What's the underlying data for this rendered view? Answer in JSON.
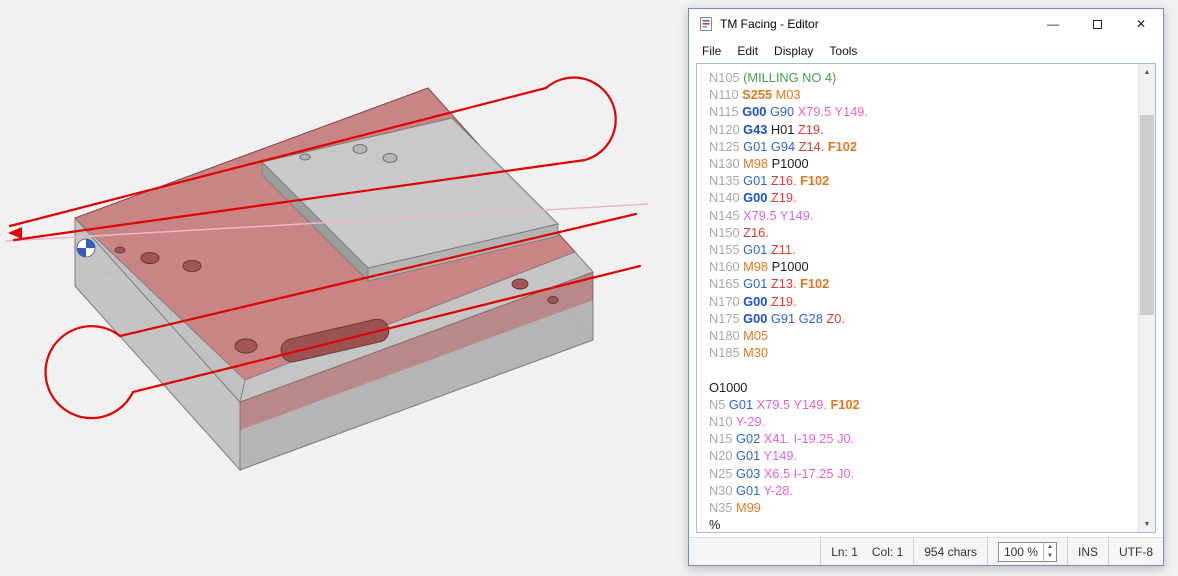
{
  "scene": {
    "toolpath_color": "#de0202",
    "rapid_color": "#eeb6cd",
    "part_color": "#cfcfcf",
    "highlight_color": "#c22a2a",
    "origin_color": "#2f5fc2"
  },
  "window": {
    "title": "TM Facing - Editor",
    "controls": {
      "minimize": "—",
      "close": "✕"
    },
    "menu": [
      "File",
      "Edit",
      "Display",
      "Tools"
    ]
  },
  "editor": {
    "token_colors": {
      "ln": "#a8a8a8",
      "cm": "#46a04b",
      "g": "#2e64d0",
      "gb": "#1b4fd0",
      "m": "#e2761f",
      "mb": "#e2761f",
      "f": "#e2761f",
      "xy": "#e163d0",
      "z": "#e03a2d",
      "tx": "#1b1b1b"
    },
    "lines": [
      [
        [
          "N105 ",
          "ln"
        ],
        [
          "(MILLING NO 4)",
          "cm"
        ]
      ],
      [
        [
          "N110 ",
          "ln"
        ],
        [
          "S255 ",
          "mb"
        ],
        [
          "M03",
          "m"
        ]
      ],
      [
        [
          "N115 ",
          "ln"
        ],
        [
          "G00 ",
          "gb"
        ],
        [
          "G90 ",
          "g"
        ],
        [
          "X79.5 Y149.",
          "xy"
        ]
      ],
      [
        [
          "N120 ",
          "ln"
        ],
        [
          "G43 ",
          "gb"
        ],
        [
          "H01 ",
          "tx"
        ],
        [
          "Z19.",
          "z"
        ]
      ],
      [
        [
          "N125 ",
          "ln"
        ],
        [
          "G01 ",
          "g"
        ],
        [
          "G94 ",
          "g"
        ],
        [
          "Z14. ",
          "z"
        ],
        [
          "F102",
          "f"
        ]
      ],
      [
        [
          "N130 ",
          "ln"
        ],
        [
          "M98 ",
          "m"
        ],
        [
          "P1000",
          "tx"
        ]
      ],
      [
        [
          "N135 ",
          "ln"
        ],
        [
          "G01 ",
          "g"
        ],
        [
          "Z16. ",
          "z"
        ],
        [
          "F102",
          "f"
        ]
      ],
      [
        [
          "N140 ",
          "ln"
        ],
        [
          "G00 ",
          "gb"
        ],
        [
          "Z19.",
          "z"
        ]
      ],
      [
        [
          "N145 ",
          "ln"
        ],
        [
          "X79.5 Y149.",
          "xy"
        ]
      ],
      [
        [
          "N150 ",
          "ln"
        ],
        [
          "Z16.",
          "z"
        ]
      ],
      [
        [
          "N155 ",
          "ln"
        ],
        [
          "G01 ",
          "g"
        ],
        [
          "Z11.",
          "z"
        ]
      ],
      [
        [
          "N160 ",
          "ln"
        ],
        [
          "M98 ",
          "m"
        ],
        [
          "P1000",
          "tx"
        ]
      ],
      [
        [
          "N165 ",
          "ln"
        ],
        [
          "G01 ",
          "g"
        ],
        [
          "Z13. ",
          "z"
        ],
        [
          "F102",
          "f"
        ]
      ],
      [
        [
          "N170 ",
          "ln"
        ],
        [
          "G00 ",
          "gb"
        ],
        [
          "Z19.",
          "z"
        ]
      ],
      [
        [
          "N175 ",
          "ln"
        ],
        [
          "G00 ",
          "gb"
        ],
        [
          "G91 ",
          "g"
        ],
        [
          "G28 ",
          "g"
        ],
        [
          "Z0.",
          "z"
        ]
      ],
      [
        [
          "N180 ",
          "ln"
        ],
        [
          "M05",
          "m"
        ]
      ],
      [
        [
          "N185 ",
          "ln"
        ],
        [
          "M30",
          "m"
        ]
      ],
      [],
      [
        [
          "O1000",
          "tx"
        ]
      ],
      [
        [
          "N5 ",
          "ln"
        ],
        [
          "G01 ",
          "g"
        ],
        [
          "X79.5 Y149. ",
          "xy"
        ],
        [
          "F102",
          "f"
        ]
      ],
      [
        [
          "N10 ",
          "ln"
        ],
        [
          "Y-29.",
          "xy"
        ]
      ],
      [
        [
          "N15 ",
          "ln"
        ],
        [
          "G02 ",
          "g"
        ],
        [
          "X41. I-19.25 J0.",
          "xy"
        ]
      ],
      [
        [
          "N20 ",
          "ln"
        ],
        [
          "G01 ",
          "g"
        ],
        [
          "Y149.",
          "xy"
        ]
      ],
      [
        [
          "N25 ",
          "ln"
        ],
        [
          "G03 ",
          "g"
        ],
        [
          "X6.5 I-17.25 J0.",
          "xy"
        ]
      ],
      [
        [
          "N30 ",
          "ln"
        ],
        [
          "G01 ",
          "g"
        ],
        [
          "Y-28.",
          "xy"
        ]
      ],
      [
        [
          "N35 ",
          "ln"
        ],
        [
          "M99",
          "m"
        ]
      ],
      [
        [
          "%",
          "tx"
        ]
      ]
    ]
  },
  "statusbar": {
    "ln": "Ln: 1",
    "col": "Col: 1",
    "chars": "954 chars",
    "zoom": "100 %",
    "mode": "INS",
    "encoding": "UTF-8"
  },
  "icons": {
    "spin_up": "▲",
    "spin_down": "▼",
    "scroll_up": "▲",
    "scroll_down": "▼"
  }
}
